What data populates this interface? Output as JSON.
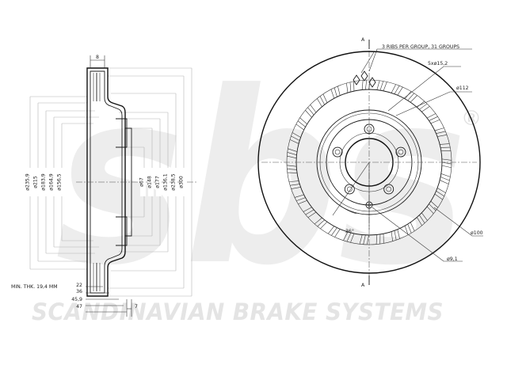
{
  "watermark": {
    "logo_letters": "sbs",
    "registered_mark": "®",
    "tagline": "SCANDINAVIAN BRAKE SYSTEMS"
  },
  "section_view": {
    "width_label": "8",
    "diameters": [
      {
        "label": "ø235,9"
      },
      {
        "label": "ø215"
      },
      {
        "label": "ø183,9"
      },
      {
        "label": "ø164,9"
      },
      {
        "label": "ø156,5"
      },
      {
        "label": "ø67"
      },
      {
        "label": "ø148"
      },
      {
        "label": "ø177"
      },
      {
        "label": "ø136,1"
      },
      {
        "label": "ø238,5"
      },
      {
        "label": "ø300"
      }
    ],
    "min_thickness_label": "MIN. THK. 19,4 MM",
    "thickness_dims": [
      "22",
      "36",
      "45,9",
      "47"
    ],
    "offset_dim": "7"
  },
  "front_view": {
    "section_mark": "A",
    "ribs_note": "3 RIBS PER GROUP, 31 GROUPS",
    "bolt_holes_label": "5xø15,2",
    "pitch_circle_label": "ø112",
    "angle_label": "36°",
    "outer_label": "ø100",
    "small_hole_label": "ø9,1"
  }
}
